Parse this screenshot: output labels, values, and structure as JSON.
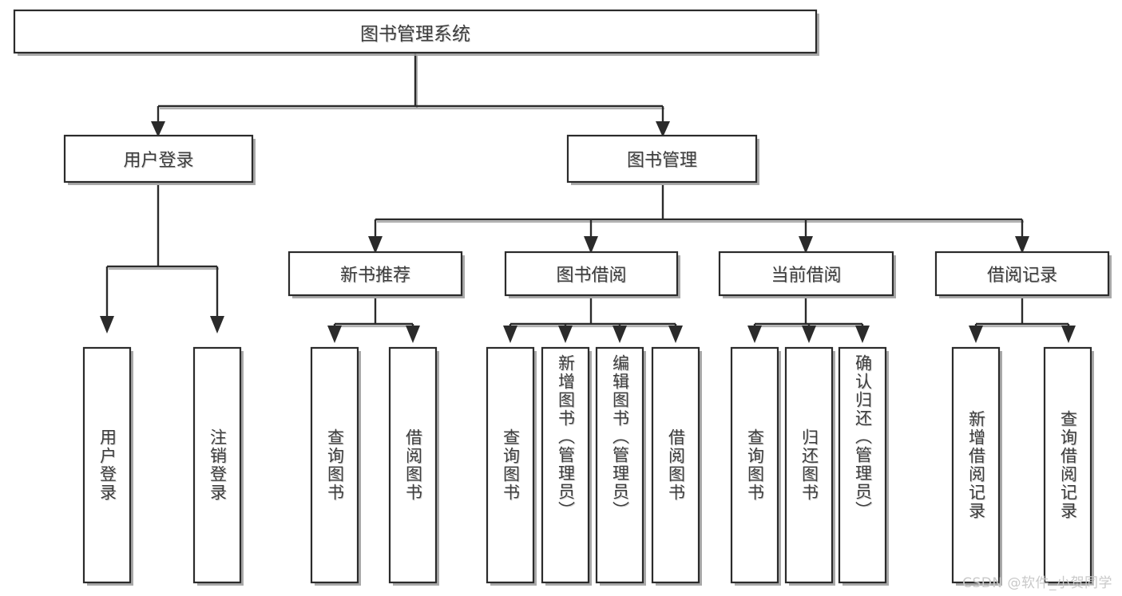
{
  "diagram": {
    "type": "tree-hierarchy",
    "title": "图书管理系统",
    "watermark": "CSDN @软件_小贺同学",
    "colors": {
      "box_stroke": "#2b2b2b",
      "box_fill": "#ffffff",
      "text": "#3d3d3d",
      "shadow": "#9a9a9a",
      "watermark": "#c9c9c9",
      "background": "#ffffff"
    },
    "levels": {
      "root": {
        "label": "图书管理系统"
      },
      "level2": [
        {
          "id": "user-login",
          "label": "用户登录"
        },
        {
          "id": "book-manage",
          "label": "图书管理"
        }
      ],
      "level3": [
        {
          "id": "new-book-recommend",
          "label": "新书推荐"
        },
        {
          "id": "book-borrow",
          "label": "图书借阅"
        },
        {
          "id": "current-borrow",
          "label": "当前借阅"
        },
        {
          "id": "borrow-record",
          "label": "借阅记录"
        }
      ],
      "leaves": [
        {
          "id": "leaf-user-login",
          "label": "用户登录",
          "parent": "user-login"
        },
        {
          "id": "leaf-logout-login",
          "label": "注销登录",
          "parent": "user-login"
        },
        {
          "id": "leaf-query-book-1",
          "label": "查询图书",
          "parent": "new-book-recommend"
        },
        {
          "id": "leaf-borrow-book-1",
          "label": "借阅图书",
          "parent": "new-book-recommend"
        },
        {
          "id": "leaf-query-book-2",
          "label": "查询图书",
          "parent": "book-borrow"
        },
        {
          "id": "leaf-add-book",
          "label": "新增图书（管理员）",
          "parent": "book-borrow"
        },
        {
          "id": "leaf-edit-book",
          "label": "编辑图书（管理员）",
          "parent": "book-borrow"
        },
        {
          "id": "leaf-borrow-book-2",
          "label": "借阅图书",
          "parent": "book-borrow"
        },
        {
          "id": "leaf-query-book-3",
          "label": "查询图书",
          "parent": "current-borrow"
        },
        {
          "id": "leaf-return-book",
          "label": "归还图书",
          "parent": "current-borrow"
        },
        {
          "id": "leaf-confirm-return",
          "label": "确认归还（管理员）",
          "parent": "current-borrow"
        },
        {
          "id": "leaf-add-record",
          "label": "新增借阅记录",
          "parent": "borrow-record"
        },
        {
          "id": "leaf-query-record",
          "label": "查询借阅记录",
          "parent": "borrow-record"
        }
      ]
    }
  }
}
